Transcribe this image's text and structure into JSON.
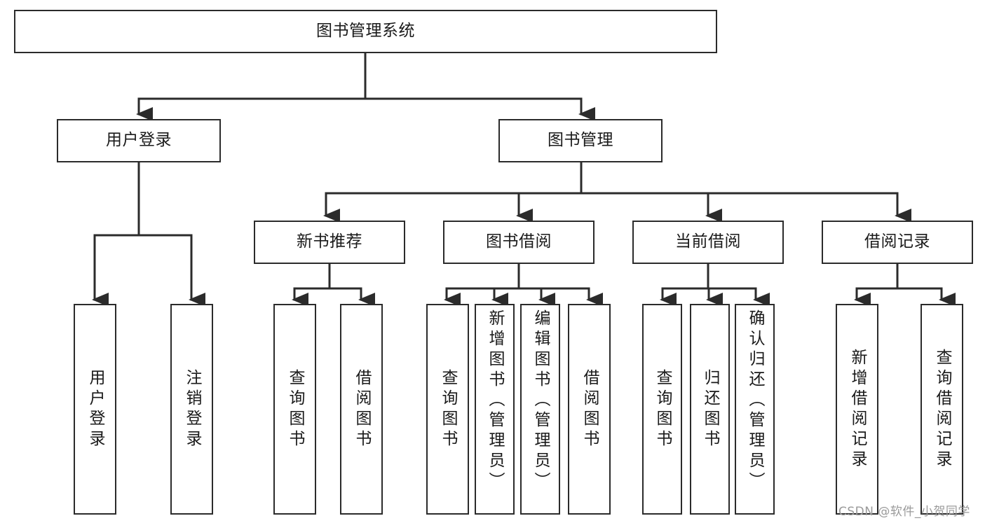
{
  "diagram": {
    "type": "tree",
    "title": "图书管理系统",
    "root": {
      "label": "图书管理系统"
    },
    "level1": [
      {
        "label": "用户登录"
      },
      {
        "label": "图书管理"
      }
    ],
    "level2": [
      {
        "label": "新书推荐"
      },
      {
        "label": "图书借阅"
      },
      {
        "label": "当前借阅"
      },
      {
        "label": "借阅记录"
      }
    ],
    "leaves": {
      "user_login": [
        {
          "label": "用户登录"
        },
        {
          "label": "注销登录"
        }
      ],
      "new_book_recommend": [
        {
          "label": "查询图书"
        },
        {
          "label": "借阅图书"
        }
      ],
      "book_borrow": [
        {
          "label": "查询图书"
        },
        {
          "label": "新增图书（管理员）"
        },
        {
          "label": "编辑图书（管理员）"
        },
        {
          "label": "借阅图书"
        }
      ],
      "current_borrow": [
        {
          "label": "查询图书"
        },
        {
          "label": "归还图书"
        },
        {
          "label": "确认归还（管理员）"
        }
      ],
      "borrow_record": [
        {
          "label": "新增借阅记录"
        },
        {
          "label": "查询借阅记录"
        }
      ]
    }
  },
  "watermark": {
    "text": "CSDN @软件_小贺同学"
  },
  "colors": {
    "box_border": "#2b2b2b",
    "box_fill": "#ffffff",
    "connector": "#2b2b2b",
    "text": "#1a1a1a",
    "watermark": "#9a9a9a",
    "background": "#ffffff"
  }
}
